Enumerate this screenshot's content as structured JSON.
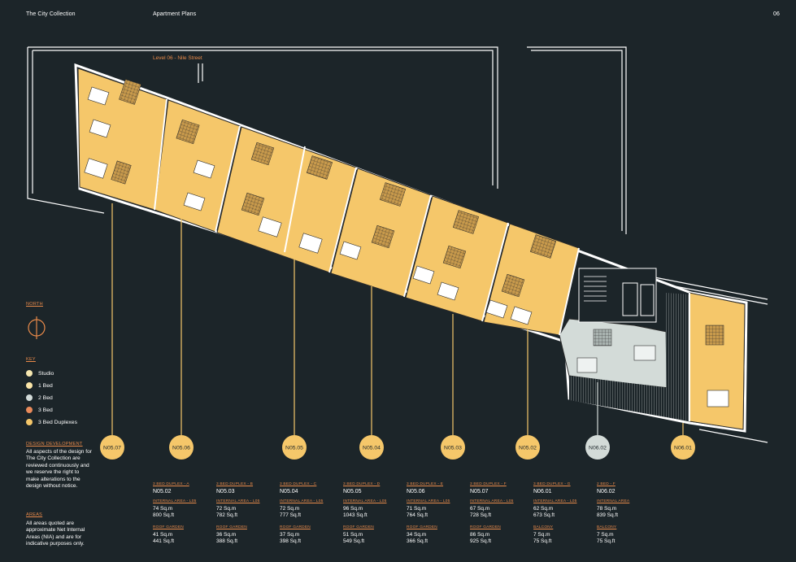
{
  "header": {
    "brand": "The City Collection",
    "section": "Apartment Plans",
    "page": "06"
  },
  "plan": {
    "level_label": "Level 06 - Nile Street",
    "markers": [
      {
        "label": "N05.07",
        "color": "#f5c76a"
      },
      {
        "label": "N05.06",
        "color": "#f5c76a"
      },
      {
        "label": "N05.05",
        "color": "#f5c76a"
      },
      {
        "label": "N05.04",
        "color": "#f5c76a"
      },
      {
        "label": "N05.03",
        "color": "#f5c76a"
      },
      {
        "label": "N05.02",
        "color": "#f5c76a"
      },
      {
        "label": "N06.02",
        "color": "#d3dbd8"
      },
      {
        "label": "N06.01",
        "color": "#f5c76a"
      }
    ]
  },
  "north": {
    "label": "NORTH"
  },
  "key": {
    "title": "KEY",
    "items": [
      {
        "label": "Studio",
        "color": "#f6e7b0"
      },
      {
        "label": "1 Bed",
        "color": "#fbe6a8"
      },
      {
        "label": "2 Bed",
        "color": "#d3dbd8"
      },
      {
        "label": "3 Bed",
        "color": "#e98a5a"
      },
      {
        "label": "3 Bed Duplexes",
        "color": "#f5c76a"
      }
    ]
  },
  "notes": {
    "design_title": "DESIGN DEVELOPMENT",
    "design_text": "All aspects of the design for The City Collection are reviewed continuously and we reserve the right to make alterations to the design without notice.",
    "areas_title": "AREAS",
    "areas_text": "All areas quoted are approximate Net Internal Areas (NIA) and are for indicative purposes only."
  },
  "units": [
    {
      "type": "3 BED DUPLEX - A",
      "number": "N05.02",
      "internal_label": "INTERNAL AREA - L05",
      "internal_sqm": "74 Sq.m",
      "internal_sqft": "800 Sq.ft",
      "outdoor_label": "ROOF GARDEN",
      "outdoor_sqm": "41 Sq.m",
      "outdoor_sqft": "441 Sq.ft"
    },
    {
      "type": "3 BED DUPLEX - B",
      "number": "N05.03",
      "internal_label": "INTERNAL AREA - L05",
      "internal_sqm": "72 Sq.m",
      "internal_sqft": "782 Sq.ft",
      "outdoor_label": "ROOF GARDEN",
      "outdoor_sqm": "36 Sq.m",
      "outdoor_sqft": "388 Sq.ft"
    },
    {
      "type": "3 BED DUPLEX - C",
      "number": "N05.04",
      "internal_label": "INTERNAL AREA - L05",
      "internal_sqm": "72 Sq.m",
      "internal_sqft": "777 Sq.ft",
      "outdoor_label": "ROOF GARDEN",
      "outdoor_sqm": "37 Sq.m",
      "outdoor_sqft": "398 Sq.ft"
    },
    {
      "type": "3 BED DUPLEX - D",
      "number": "N05.05",
      "internal_label": "INTERNAL AREA - L05",
      "internal_sqm": "96 Sq.m",
      "internal_sqft": "1043 Sq.ft",
      "outdoor_label": "ROOF GARDEN",
      "outdoor_sqm": "51 Sq.m",
      "outdoor_sqft": "549 Sq.ft"
    },
    {
      "type": "3 BED DUPLEX - E",
      "number": "N05.06",
      "internal_label": "INTERNAL AREA - L05",
      "internal_sqm": "71 Sq.m",
      "internal_sqft": "764 Sq.ft",
      "outdoor_label": "ROOF GARDEN",
      "outdoor_sqm": "34 Sq.m",
      "outdoor_sqft": "366 Sq.ft"
    },
    {
      "type": "3 BED DUPLEX - F",
      "number": "N05.07",
      "internal_label": "INTERNAL AREA - L05",
      "internal_sqm": "67 Sq.m",
      "internal_sqft": "728 Sq.ft",
      "outdoor_label": "ROOF GARDEN",
      "outdoor_sqm": "86 Sq.m",
      "outdoor_sqft": "925 Sq.ft"
    },
    {
      "type": "3 BED DUPLEX - G",
      "number": "N06.01",
      "internal_label": "INTERNAL AREA - L05",
      "internal_sqm": "62 Sq.m",
      "internal_sqft": "673 Sq.ft",
      "outdoor_label": "BALCONY",
      "outdoor_sqm": "7 Sq.m",
      "outdoor_sqft": "75 Sq.ft"
    },
    {
      "type": "2 BED - F",
      "number": "N06.02",
      "internal_label": "INTERNAL AREA",
      "internal_sqm": "78 Sq.m",
      "internal_sqft": "839 Sq.ft",
      "outdoor_label": "BALCONY",
      "outdoor_sqm": "7 Sq.m",
      "outdoor_sqft": "75 Sq.ft"
    }
  ]
}
